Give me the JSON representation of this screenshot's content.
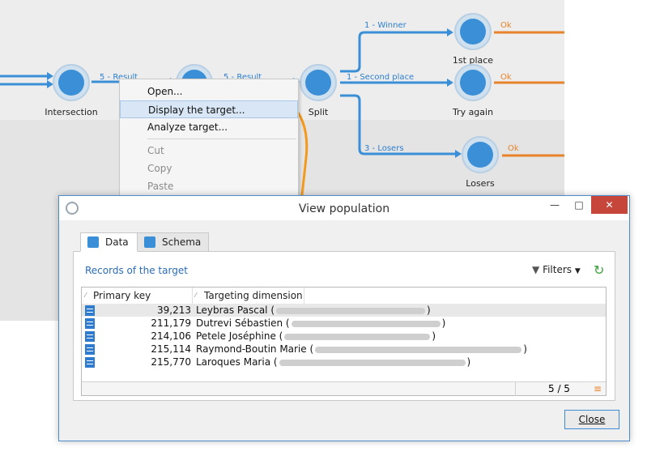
{
  "workflow": {
    "nodes": {
      "intersection": "Intersection",
      "split": "Split",
      "first_place": "1st place",
      "try_again": "Try again",
      "losers": "Losers"
    },
    "edges": {
      "result1": "5 - Result",
      "result2": "5 - Result",
      "winner": "1 - Winner",
      "second_place": "1 - Second place",
      "losers": "3 - Losers",
      "ok1": "Ok",
      "ok2": "Ok",
      "ok3": "Ok"
    }
  },
  "context_menu": {
    "items": [
      "Open...",
      "Display the target...",
      "Analyze target...",
      "Cut",
      "Copy",
      "Paste"
    ]
  },
  "dialog": {
    "title": "View population",
    "tabs": [
      "Data",
      "Schema"
    ],
    "records_title": "Records of the target",
    "filters_label": "Filters",
    "columns": [
      "Primary key",
      "Targeting dimension"
    ],
    "rows": [
      {
        "pk": "39,213",
        "name": "Leybras Pascal ("
      },
      {
        "pk": "211,179",
        "name": "Dutrevi Sébastien ("
      },
      {
        "pk": "214,106",
        "name": "Petele Joséphine ("
      },
      {
        "pk": "215,114",
        "name": "Raymond-Boutin Marie ("
      },
      {
        "pk": "215,770",
        "name": "Laroques Maria ("
      }
    ],
    "count": "5 / 5",
    "close_label": "Close"
  },
  "colors": {
    "accent": "#3a8fd6",
    "orange": "#e7832a"
  }
}
